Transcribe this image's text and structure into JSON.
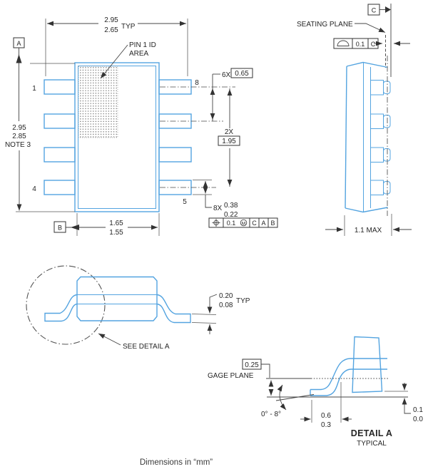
{
  "front_view": {
    "dim_width_top": {
      "max": "2.95",
      "min": "2.65",
      "suffix": "TYP"
    },
    "pin1_id": {
      "line1": "PIN 1 ID",
      "line2": "AREA"
    },
    "datum_a": "A",
    "datum_b": "B",
    "dim_height": {
      "max": "2.95",
      "min": "2.85",
      "note": "NOTE 3"
    },
    "pins": {
      "p1": "1",
      "p4": "4",
      "p5": "5",
      "p8": "8"
    },
    "dim_pitch": {
      "qty": "6X",
      "value": "0.65"
    },
    "dim_span": {
      "qty": "2X",
      "value": "1.95"
    },
    "dim_lead_width": {
      "qty": "8X",
      "max": "0.38",
      "min": "0.22"
    },
    "fcf_position": {
      "tol": "0.1",
      "mod": "M",
      "d1": "C",
      "d2": "A",
      "d3": "B"
    },
    "dim_body_width": {
      "max": "1.65",
      "min": "1.55"
    }
  },
  "side_view": {
    "datum_c": "C",
    "seating_plane_label": "SEATING PLANE",
    "fcf_flatness": {
      "tol": "0.1",
      "datum": "C"
    },
    "dim_max_height": "1.1 MAX"
  },
  "profile_view": {
    "see_detail": "SEE DETAIL A",
    "dim_lead_thickness": {
      "max": "0.20",
      "min": "0.08",
      "suffix": "TYP"
    }
  },
  "detail_a": {
    "dim_gage": "0.25",
    "gage_plane_label": "GAGE PLANE",
    "angle": "0° - 8°",
    "dim_foot": {
      "max": "0.6",
      "min": "0.3"
    },
    "dim_standoff": {
      "max": "0.1",
      "min": "0.0"
    },
    "title": "DETAIL A",
    "subtitle": "TYPICAL"
  },
  "footer": {
    "note": "Dimensions in “mm”"
  }
}
